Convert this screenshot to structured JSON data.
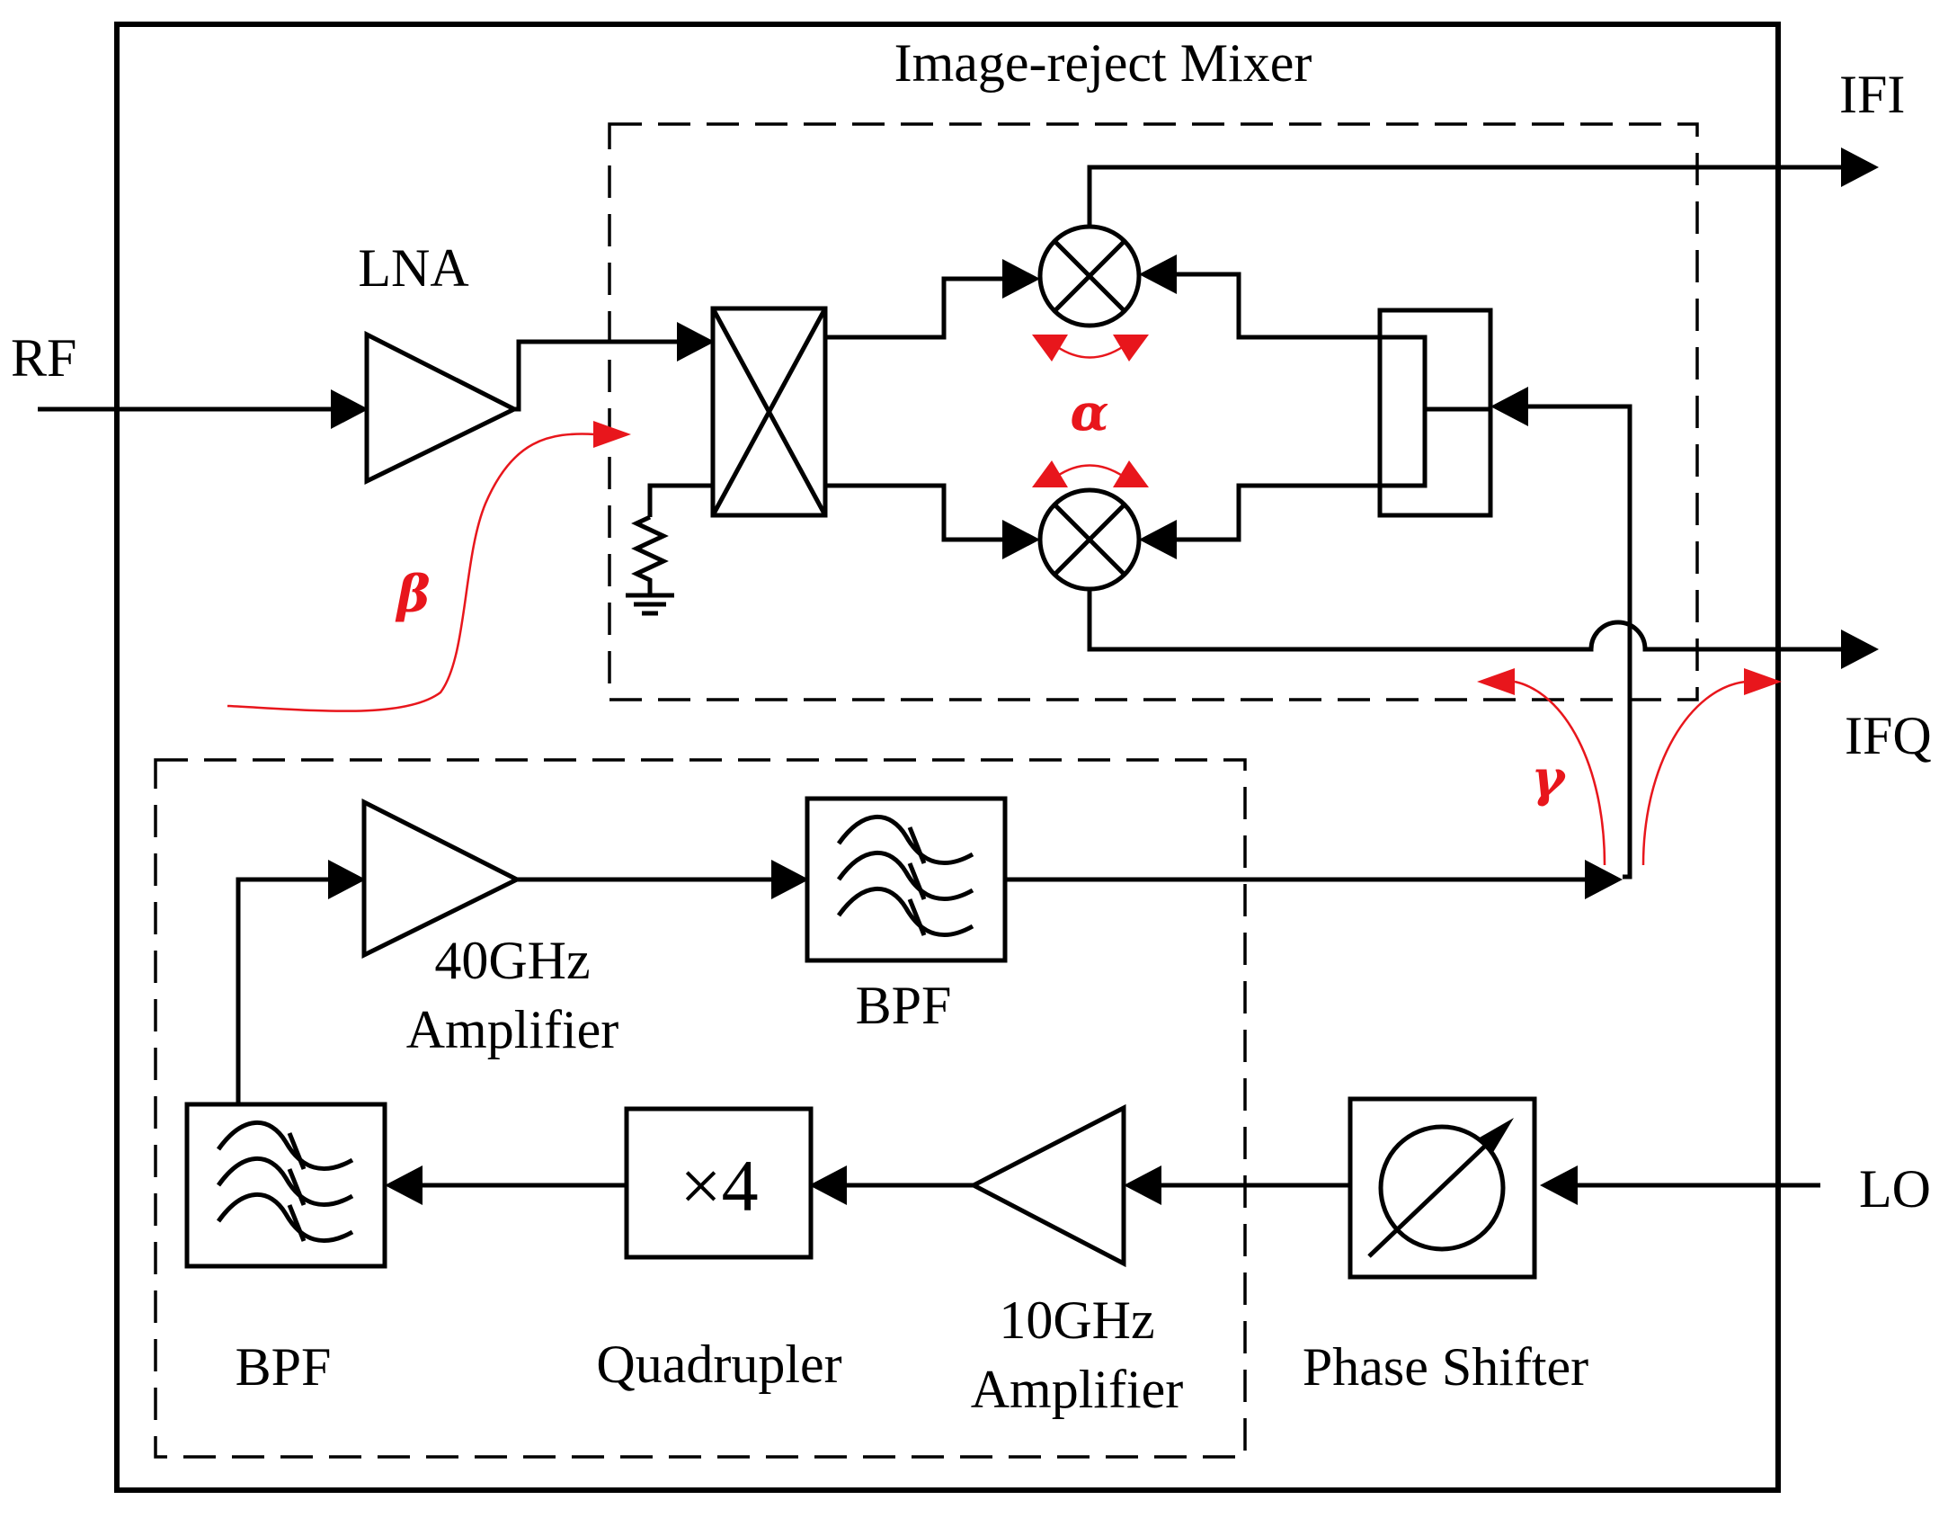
{
  "labels": {
    "title": "Image-reject Mixer",
    "rf": "RF",
    "lna": "LNA",
    "ifi": "IFI",
    "ifq": "IFQ",
    "lo": "LO",
    "alpha": "α",
    "beta": "β",
    "gamma": "γ",
    "amp40_line1": "40GHz",
    "amp40_line2": "Amplifier",
    "bpf_top": "BPF",
    "bpf_bottom": "BPF",
    "quad_symbol": "×4",
    "quadrupler": "Quadrupler",
    "amp10_line1": "10GHz",
    "amp10_line2": "Amplifier",
    "phase_shifter": "Phase Shifter"
  }
}
